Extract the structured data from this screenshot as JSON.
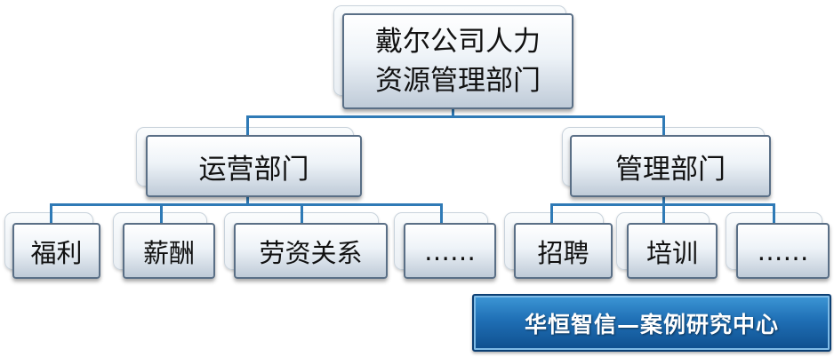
{
  "org_chart": {
    "root": {
      "line1": "戴尔公司人力",
      "line2": "资源管理部门"
    },
    "branches": [
      {
        "label": "运营部门",
        "children": [
          "福利",
          "薪酬",
          "劳资关系",
          "……"
        ]
      },
      {
        "label": "管理部门",
        "children": [
          "招聘",
          "培训",
          "……"
        ]
      }
    ]
  },
  "watermark": {
    "text": "华恒智信—案例研究中心"
  },
  "colors": {
    "connector": "#2f7ab6",
    "node_border": "#5a6f86",
    "watermark_bg": "#1f6fb5"
  }
}
